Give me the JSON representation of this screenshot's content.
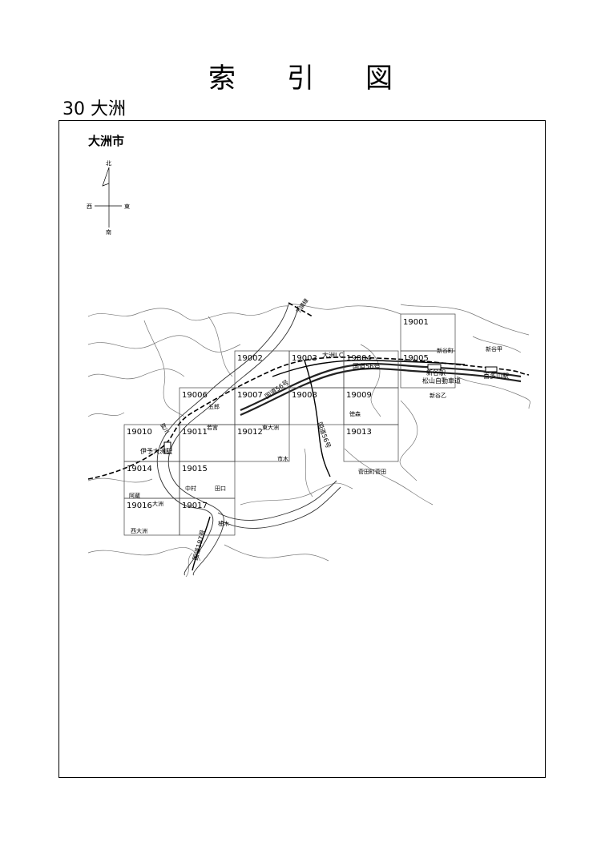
{
  "page": {
    "title": "索引図",
    "subtitle": "30 大洲"
  },
  "city_label": "大洲市",
  "compass": {
    "north": "北",
    "south": "南",
    "east": "東",
    "west": "西"
  },
  "tiles": [
    {
      "id": "19001"
    },
    {
      "id": "19002"
    },
    {
      "id": "19003"
    },
    {
      "id": "19004"
    },
    {
      "id": "19005"
    },
    {
      "id": "19006"
    },
    {
      "id": "19007"
    },
    {
      "id": "19008"
    },
    {
      "id": "19009"
    },
    {
      "id": "19010"
    },
    {
      "id": "19011"
    },
    {
      "id": "19012"
    },
    {
      "id": "19013"
    },
    {
      "id": "19014"
    },
    {
      "id": "19015"
    },
    {
      "id": "19016"
    },
    {
      "id": "19017"
    }
  ],
  "places": [
    {
      "text": "新谷町"
    },
    {
      "text": "新谷甲"
    },
    {
      "text": "新谷駅"
    },
    {
      "text": "松山自動車道"
    },
    {
      "text": "喜多山駅"
    },
    {
      "text": "新谷乙"
    },
    {
      "text": "大洲I.C"
    },
    {
      "text": "国道56号"
    },
    {
      "text": "国道56号"
    },
    {
      "text": "国道56号"
    },
    {
      "text": "五郎"
    },
    {
      "text": "若宮"
    },
    {
      "text": "東大洲"
    },
    {
      "text": "徳森"
    },
    {
      "text": "伊予大洲駅"
    },
    {
      "text": "肱川"
    },
    {
      "text": "市木"
    },
    {
      "text": "菅田町菅田"
    },
    {
      "text": "中村"
    },
    {
      "text": "田口"
    },
    {
      "text": "阿蔵"
    },
    {
      "text": "大洲"
    },
    {
      "text": "柚木"
    },
    {
      "text": "西大洲"
    },
    {
      "text": "国道197号"
    },
    {
      "text": "予讃線"
    }
  ]
}
